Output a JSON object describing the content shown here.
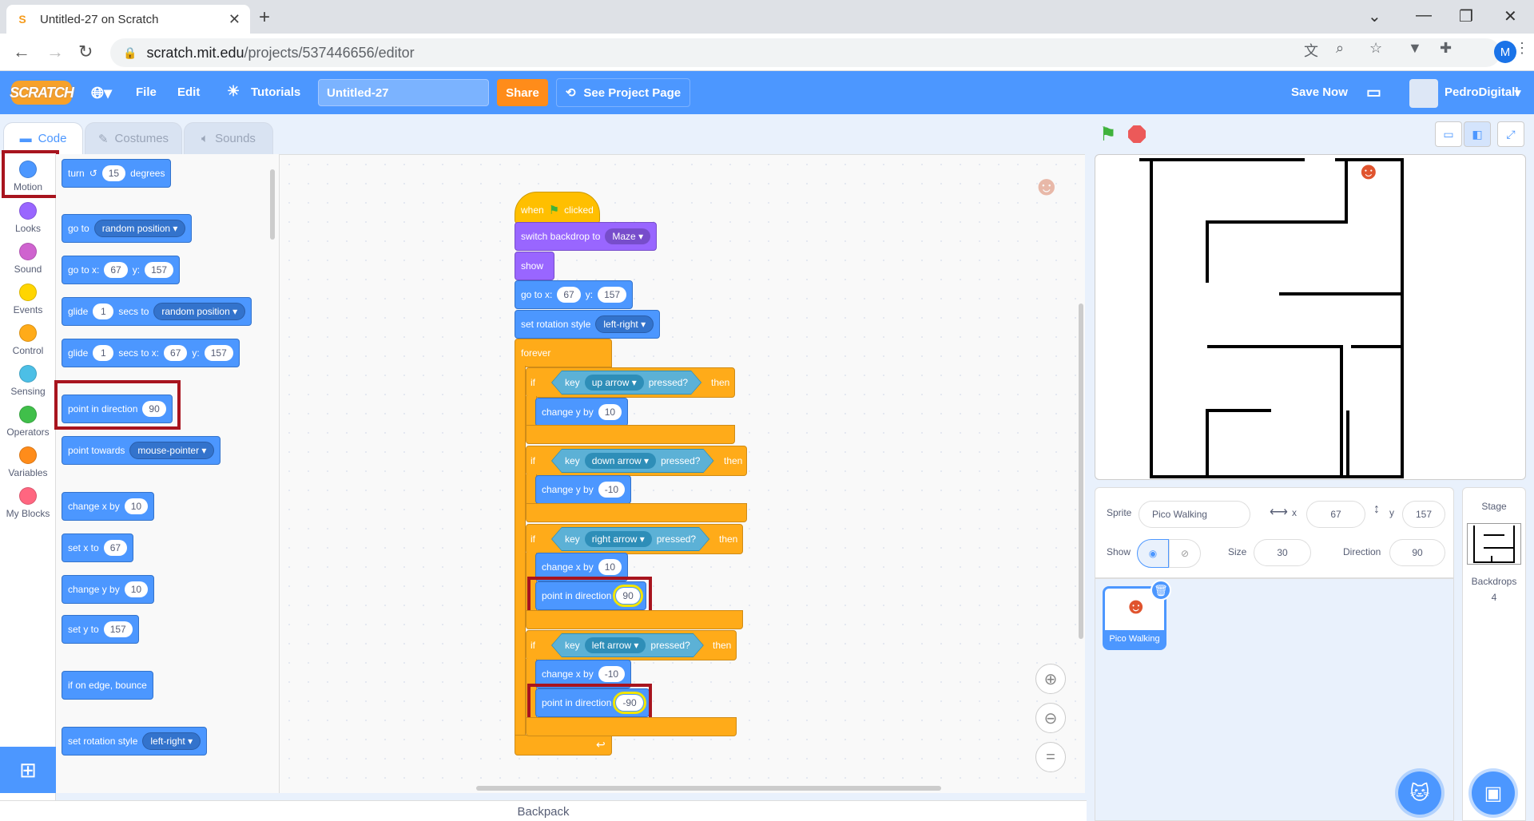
{
  "browser": {
    "tab_title": "Untitled-27 on Scratch",
    "url_host": "scratch.mit.edu",
    "url_path": "/projects/537446656/editor",
    "profile_initial": "M"
  },
  "menubar": {
    "logo": "SCRATCH",
    "file": "File",
    "edit": "Edit",
    "tutorials": "Tutorials",
    "project_title": "Untitled-27",
    "share": "Share",
    "see_project_page": "See Project Page",
    "save_now": "Save Now",
    "username": "PedroDigitall"
  },
  "tabs": {
    "code": "Code",
    "costumes": "Costumes",
    "sounds": "Sounds"
  },
  "categories": [
    {
      "label": "Motion",
      "color": "#4c97ff"
    },
    {
      "label": "Looks",
      "color": "#9966ff"
    },
    {
      "label": "Sound",
      "color": "#cf63cf"
    },
    {
      "label": "Events",
      "color": "#ffd500"
    },
    {
      "label": "Control",
      "color": "#ffab19"
    },
    {
      "label": "Sensing",
      "color": "#4cbfe6"
    },
    {
      "label": "Operators",
      "color": "#40bf4a"
    },
    {
      "label": "Variables",
      "color": "#ff8c1a"
    },
    {
      "label": "My Blocks",
      "color": "#ff6680"
    }
  ],
  "palette": {
    "turn": "turn",
    "turn_val": "15",
    "degrees": "degrees",
    "goto": "go to",
    "goto_dd": "random position",
    "gotoxy": "go to x:",
    "gotoxy_x": "67",
    "y_label": "y:",
    "gotoxy_y": "157",
    "glide": "glide",
    "glide_secs": "1",
    "secs_to": "secs to",
    "glide_dd": "random position",
    "glide2": "glide",
    "glide2_secs": "1",
    "secs_to_x": "secs to x:",
    "glide2_x": "67",
    "glide2_y": "157",
    "point_dir": "point in direction",
    "point_dir_val": "90",
    "point_towards": "point towards",
    "point_towards_dd": "mouse-pointer",
    "change_x": "change x by",
    "change_x_val": "10",
    "set_x": "set x to",
    "set_x_val": "67",
    "change_y": "change y by",
    "change_y_val": "10",
    "set_y": "set y to",
    "set_y_val": "157",
    "bounce": "if on edge, bounce",
    "rot_style": "set rotation style",
    "rot_style_dd": "left-right"
  },
  "script": {
    "when": "when",
    "clicked": "clicked",
    "switch_backdrop": "switch backdrop to",
    "backdrop_dd": "Maze",
    "show": "show",
    "gotoxy": "go to x:",
    "x": "67",
    "y_label": "y:",
    "y": "157",
    "rot_style": "set rotation style",
    "rot_dd": "left-right",
    "forever": "forever",
    "if": "if",
    "then": "then",
    "key": "key",
    "pressed": "pressed?",
    "if1_key": "up arrow",
    "if1_action": "change y by",
    "if1_val": "10",
    "if2_key": "down arrow",
    "if2_action": "change y by",
    "if2_val": "-10",
    "if3_key": "right arrow",
    "if3_action": "change x by",
    "if3_val": "10",
    "if3_point": "point in direction",
    "if3_dir": "90",
    "if4_key": "left arrow",
    "if4_action": "change x by",
    "if4_val": "-10",
    "if4_point": "point in direction",
    "if4_dir": "-90"
  },
  "backpack": "Backpack",
  "sprite_info": {
    "sprite_label": "Sprite",
    "sprite_name": "Pico Walking",
    "x_label": "x",
    "x_val": "67",
    "y_label": "y",
    "y_val": "157",
    "show_label": "Show",
    "size_label": "Size",
    "size_val": "30",
    "direction_label": "Direction",
    "direction_val": "90"
  },
  "sprite_tile_name": "Pico Walking",
  "stage_panel": {
    "title": "Stage",
    "backdrops_label": "Backdrops",
    "backdrops_count": "4"
  },
  "colors": {
    "scratch_blue": "#4c97ff",
    "highlight_red": "#a8141e",
    "highlight_yellow": "#f2e500"
  }
}
